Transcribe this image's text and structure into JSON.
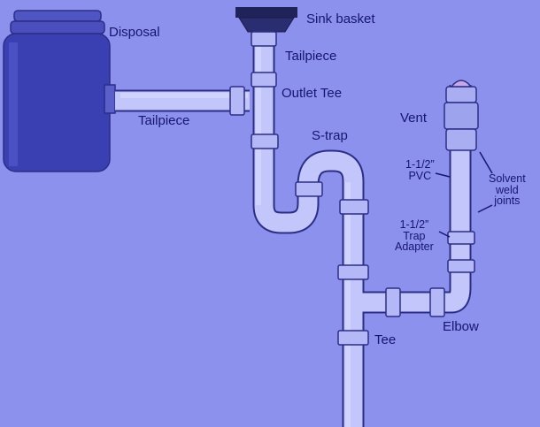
{
  "labels": {
    "disposal": "Disposal",
    "sink_basket": "Sink basket",
    "tailpiece_top": "Tailpiece",
    "outlet_tee": "Outlet Tee",
    "tailpiece_disposal": "Tailpiece",
    "s_trap": "S-trap",
    "vent": "Vent",
    "pvc_line1": "1-1/2”",
    "pvc_line2": "PVC",
    "solvent_line1": "Solvent",
    "solvent_line2": "weld",
    "solvent_line3": "joints",
    "adapter_line1": "1-1/2”",
    "adapter_line2": "Trap",
    "adapter_line3": "Adapter",
    "tee": "Tee",
    "elbow": "Elbow"
  },
  "colors": {
    "background": "#8c91ee",
    "pipe": "#c2c6fa",
    "pipe_outline": "#2c2e86",
    "text": "#16166e",
    "disposal_body": "#3a3fb2",
    "sink_basket": "#20225a"
  }
}
